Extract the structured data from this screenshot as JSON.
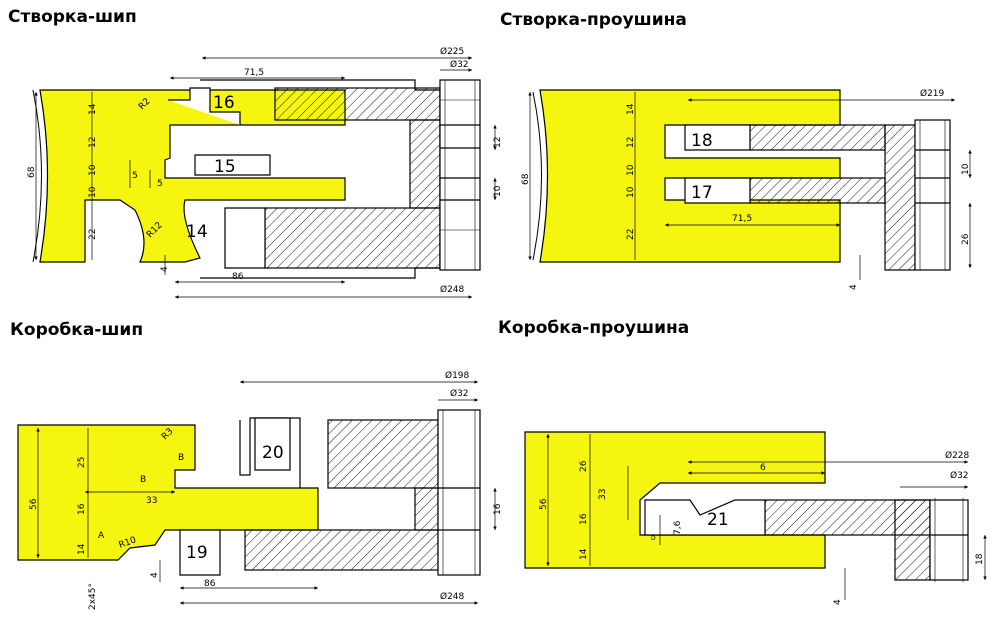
{
  "titles": {
    "tl": "Створка-шип",
    "tr": "Створка-проушина",
    "bl": "Коробка-шип",
    "br": "Коробка-проушина"
  },
  "colors": {
    "wood": "#f5f50f",
    "line": "#000000"
  },
  "tl": {
    "d225": "Ø225",
    "d32": "Ø32",
    "d248": "Ø248",
    "l715": "71,5",
    "l86": "86",
    "v14": "14",
    "v12": "12",
    "v10": "10",
    "v22": "22",
    "h68": "68",
    "s5a": "5",
    "s5b": "5",
    "r12": "R12",
    "r2": "R2",
    "v4": "4",
    "rv12": "12",
    "rv10": "10",
    "k16": "16",
    "k15": "15",
    "k14": "14"
  },
  "tr": {
    "d219": "Ø219",
    "l715": "71,5",
    "h68": "68",
    "v14": "14",
    "v12": "12",
    "v10": "10",
    "v22": "22",
    "rv10": "10",
    "rv26": "26",
    "v4": "4",
    "k18": "18",
    "k17": "17"
  },
  "bl": {
    "d198": "Ø198",
    "d32": "Ø32",
    "d248": "Ø248",
    "l33": "33",
    "l86": "86",
    "v25": "25",
    "v16": "16",
    "v14": "14",
    "h56": "56",
    "b1": "B",
    "b2": "B",
    "a": "A",
    "r10": "R10",
    "r3": "R3",
    "v4": "4",
    "ch": "2x45°",
    "rv16": "16",
    "k20": "20",
    "k19": "19"
  },
  "br": {
    "d228": "Ø228",
    "d32": "Ø32",
    "l6": "6",
    "v26": "26",
    "v33": "33",
    "v16": "16",
    "v14": "14",
    "h56": "56",
    "v76": "7,6",
    "small": "D",
    "rv18": "18",
    "v4": "4",
    "k21": "21"
  }
}
